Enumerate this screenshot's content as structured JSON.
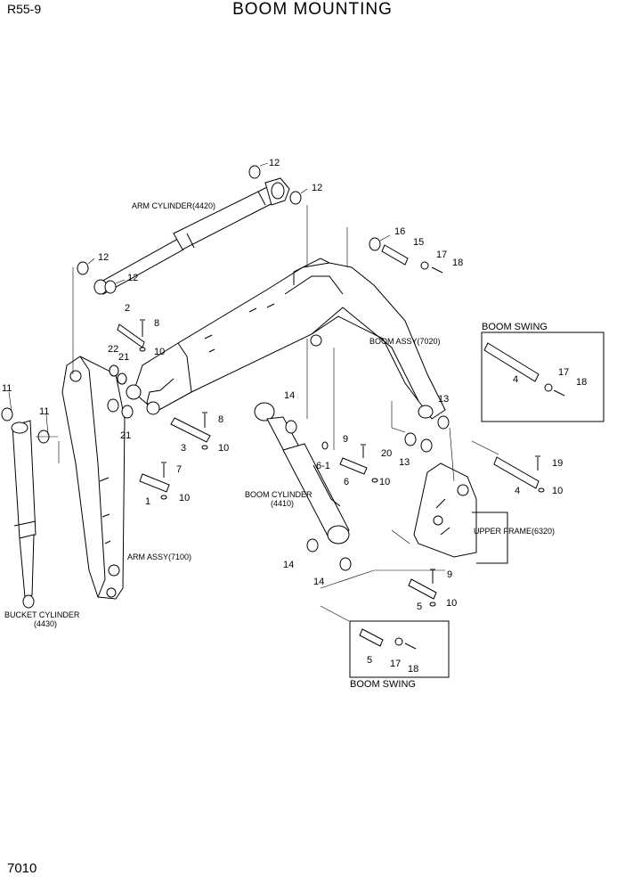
{
  "header": {
    "model": "R55-9",
    "title": "BOOM MOUNTING"
  },
  "footer": {
    "page_number": "7010"
  },
  "assemblies": {
    "arm_cylinder": "ARM CYLINDER(4420)",
    "boom_assy": "BOOM ASSY(7020)",
    "boom_cylinder_line1": "BOOM CYLINDER",
    "boom_cylinder_line2": "(4410)",
    "arm_assy": "ARM ASSY(7100)",
    "bucket_cylinder_line1": "BUCKET CYLINDER",
    "bucket_cylinder_line2": "(4430)",
    "upper_frame": "UPPER FRAME(6320)"
  },
  "groups": {
    "boom_swing_top": "BOOM SWING",
    "boom_swing_bottom": "BOOM SWING"
  },
  "parts": {
    "p1": "1",
    "p2": "2",
    "p3": "3",
    "p4a": "4",
    "p4b": "4",
    "p5a": "5",
    "p5b": "5",
    "p6": "6",
    "p6_1": "6-1",
    "p7": "7",
    "p8a": "8",
    "p8b": "8",
    "p9a": "9",
    "p9b": "9",
    "p10a": "10",
    "p10b": "10",
    "p10c": "10",
    "p10d": "10",
    "p10e": "10",
    "p10f": "10",
    "p11a": "11",
    "p11b": "11",
    "p12a": "12",
    "p12b": "12",
    "p12c": "12",
    "p12d": "12",
    "p13a": "13",
    "p13b": "13",
    "p14a": "14",
    "p14b": "14",
    "p14c": "14",
    "p15": "15",
    "p16": "16",
    "p17a": "17",
    "p17b": "17",
    "p17c": "17",
    "p18a": "18",
    "p18b": "18",
    "p18c": "18",
    "p19": "19",
    "p20": "20",
    "p21a": "21",
    "p21b": "21",
    "p22": "22"
  }
}
